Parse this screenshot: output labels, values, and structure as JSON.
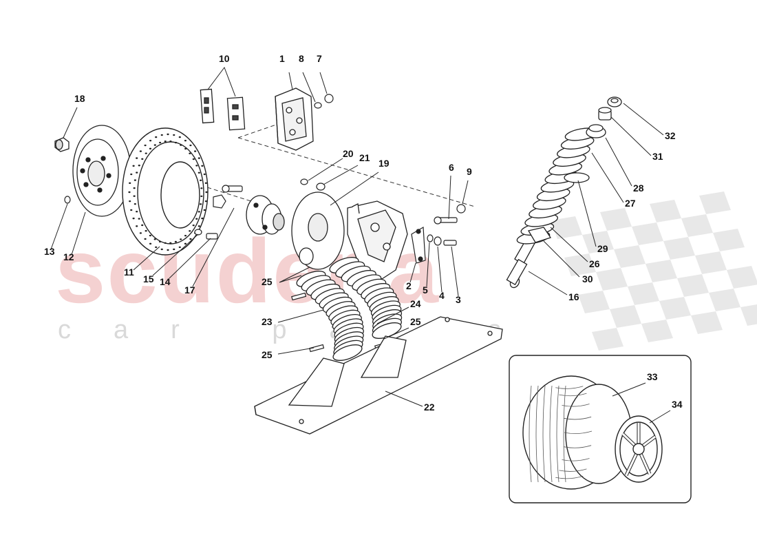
{
  "watermark": {
    "brand": "scuderia",
    "subtitle": "car parts"
  },
  "callouts": [
    {
      "id": "1",
      "label": "1"
    },
    {
      "id": "2",
      "label": "2"
    },
    {
      "id": "3",
      "label": "3"
    },
    {
      "id": "4",
      "label": "4"
    },
    {
      "id": "5",
      "label": "5"
    },
    {
      "id": "6",
      "label": "6"
    },
    {
      "id": "7",
      "label": "7"
    },
    {
      "id": "8",
      "label": "8"
    },
    {
      "id": "9",
      "label": "9"
    },
    {
      "id": "10",
      "label": "10"
    },
    {
      "id": "11",
      "label": "11"
    },
    {
      "id": "12",
      "label": "12"
    },
    {
      "id": "13",
      "label": "13"
    },
    {
      "id": "14",
      "label": "14"
    },
    {
      "id": "15",
      "label": "15"
    },
    {
      "id": "16",
      "label": "16"
    },
    {
      "id": "17",
      "label": "17"
    },
    {
      "id": "18",
      "label": "18"
    },
    {
      "id": "19",
      "label": "19"
    },
    {
      "id": "20",
      "label": "20"
    },
    {
      "id": "21",
      "label": "21"
    },
    {
      "id": "22",
      "label": "22"
    },
    {
      "id": "23",
      "label": "23"
    },
    {
      "id": "24",
      "label": "24"
    },
    {
      "id": "25a",
      "label": "25"
    },
    {
      "id": "25b",
      "label": "25"
    },
    {
      "id": "25c",
      "label": "25"
    },
    {
      "id": "26",
      "label": "26"
    },
    {
      "id": "27",
      "label": "27"
    },
    {
      "id": "28",
      "label": "28"
    },
    {
      "id": "29",
      "label": "29"
    },
    {
      "id": "30",
      "label": "30"
    },
    {
      "id": "31",
      "label": "31"
    },
    {
      "id": "32",
      "label": "32"
    },
    {
      "id": "33",
      "label": "33"
    },
    {
      "id": "34",
      "label": "34"
    }
  ],
  "colors": {
    "line": "#222222",
    "watermark_red": "#f3c9c9",
    "watermark_grey": "#dcdcdc",
    "callout_red": "#cc2222"
  }
}
